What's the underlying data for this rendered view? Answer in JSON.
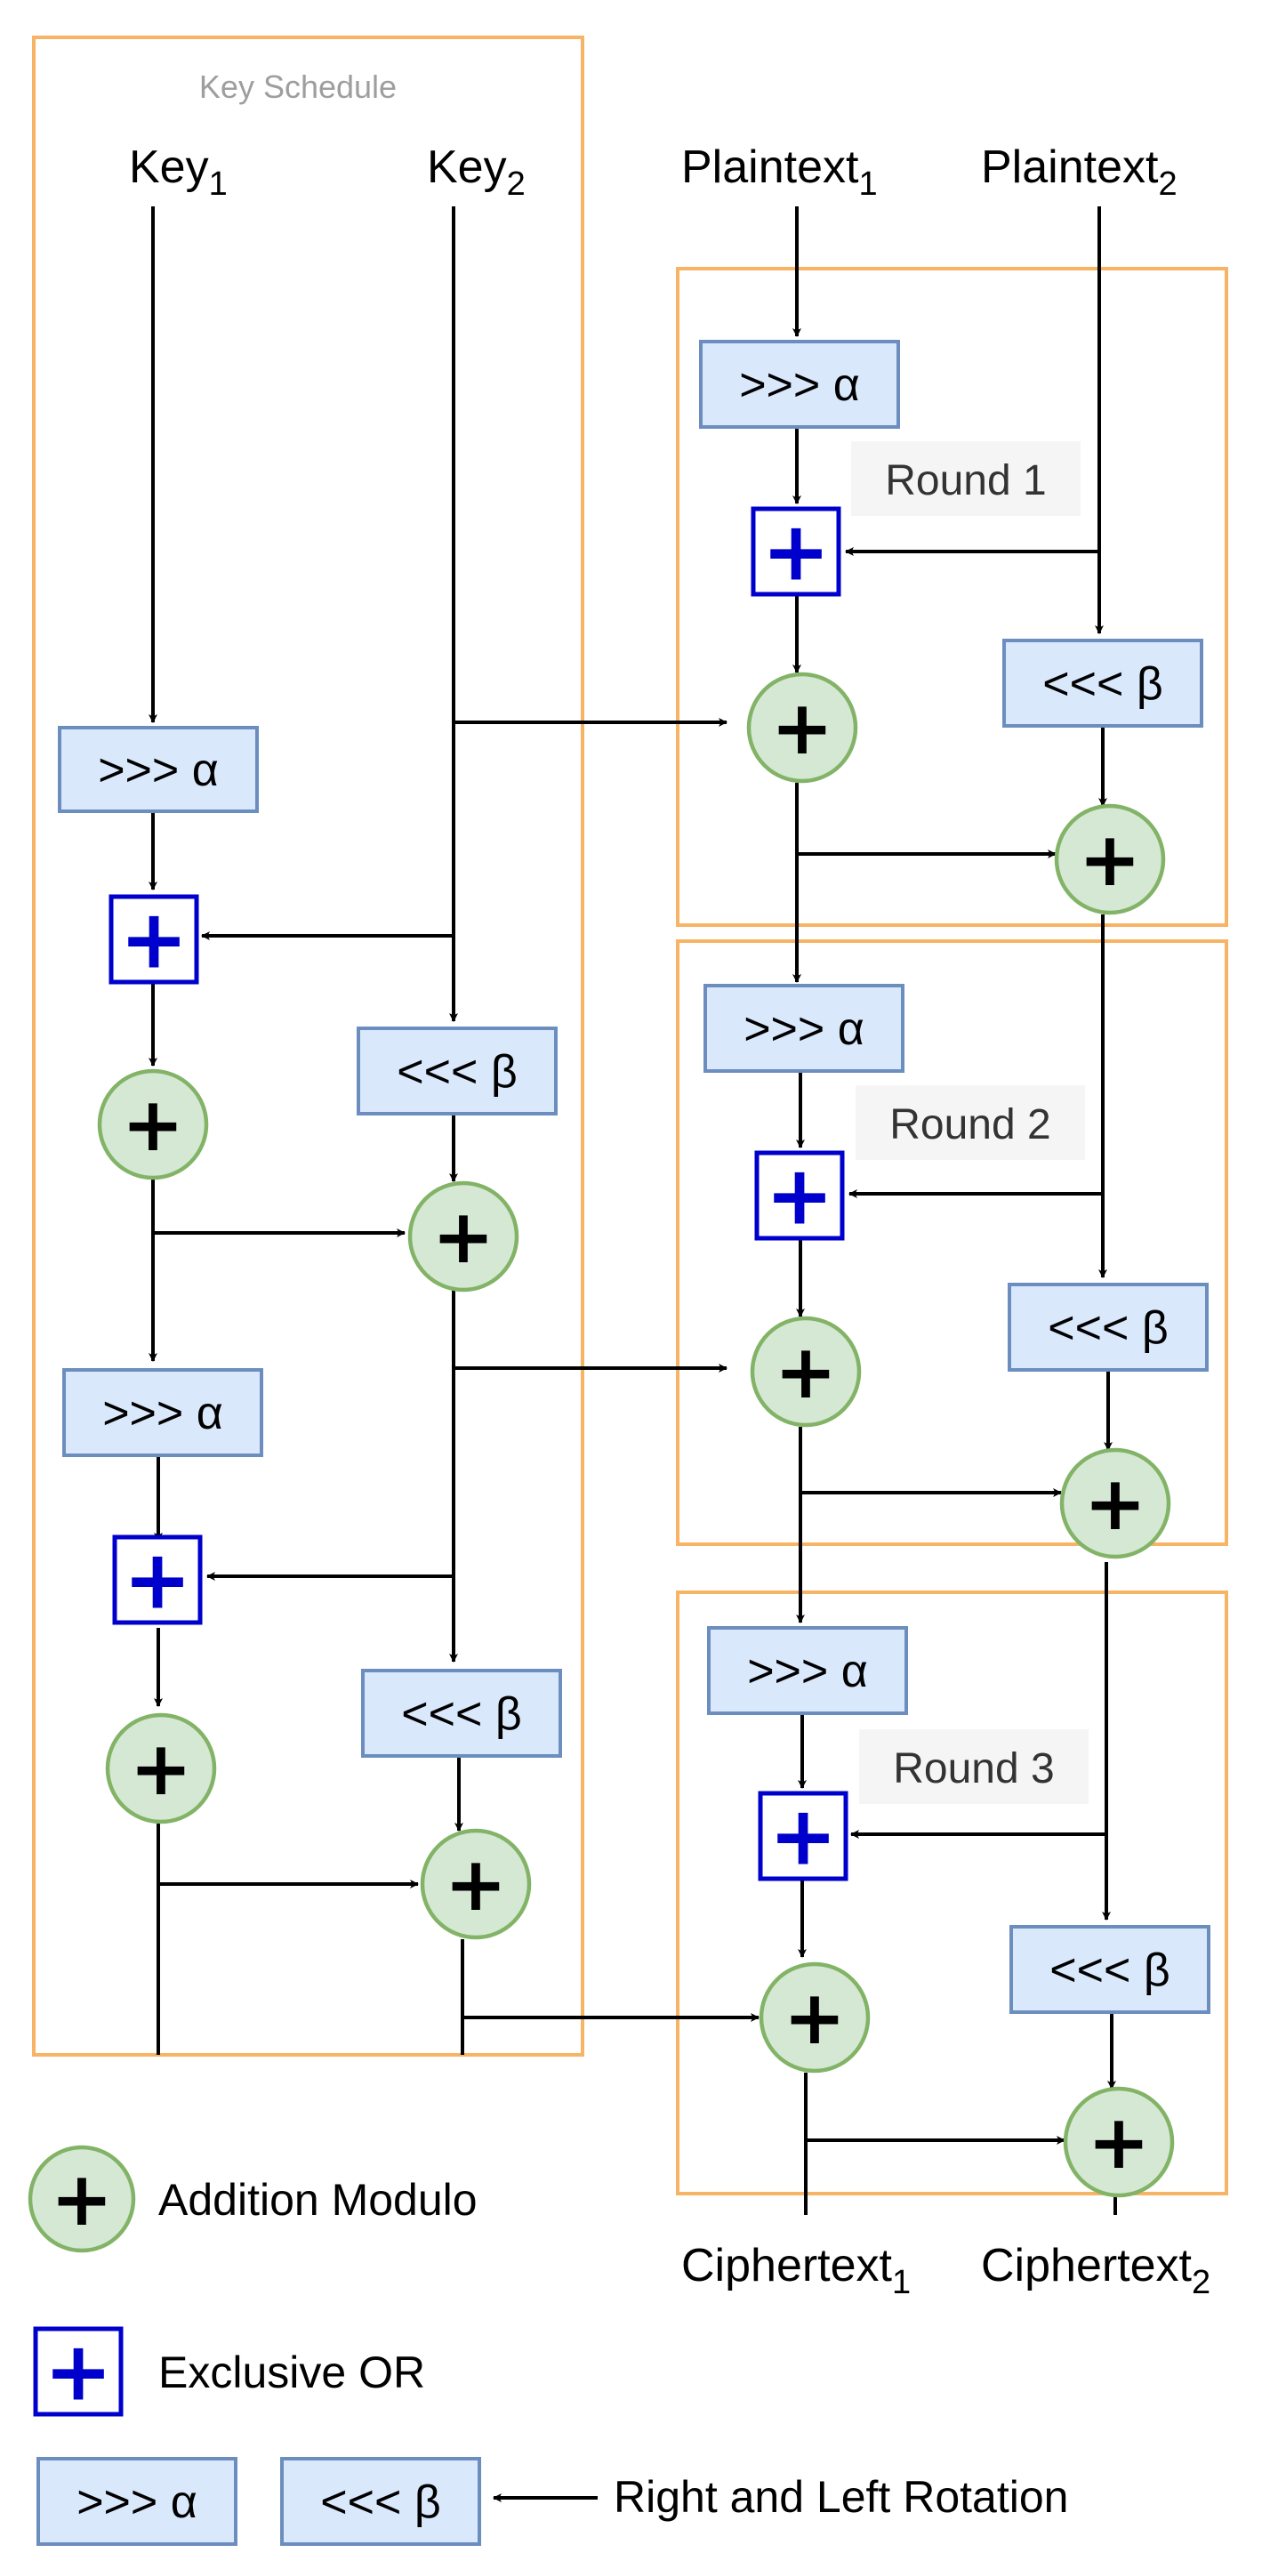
{
  "key_schedule": {
    "title": "Key Schedule",
    "key1": {
      "base": "Key",
      "sub": "1"
    },
    "key2": {
      "base": "Key",
      "sub": "2"
    }
  },
  "inputs": {
    "plaintext1": {
      "base": "Plaintext",
      "sub": "1"
    },
    "plaintext2": {
      "base": "Plaintext",
      "sub": "2"
    }
  },
  "outputs": {
    "ciphertext1": {
      "base": "Ciphertext",
      "sub": "1"
    },
    "ciphertext2": {
      "base": "Ciphertext",
      "sub": "2"
    }
  },
  "operators": {
    "right_rotation": ">>> α",
    "left_rotation": "<<< β",
    "add_symbol": "+",
    "xor_symbol": "+"
  },
  "rounds": [
    "Round 1",
    "Round 2",
    "Round 3"
  ],
  "legend": {
    "addition": "Addition Modulo",
    "xor": "Exclusive OR",
    "rotation": "Right and Left Rotation"
  },
  "colors": {
    "addition_fill": "#d5e8d4",
    "addition_stroke": "#82b366",
    "xor_stroke": "#0000cc",
    "rotation_fill": "#dae8fc",
    "rotation_stroke": "#6c8ebf",
    "region_stroke": "#f8b465"
  }
}
